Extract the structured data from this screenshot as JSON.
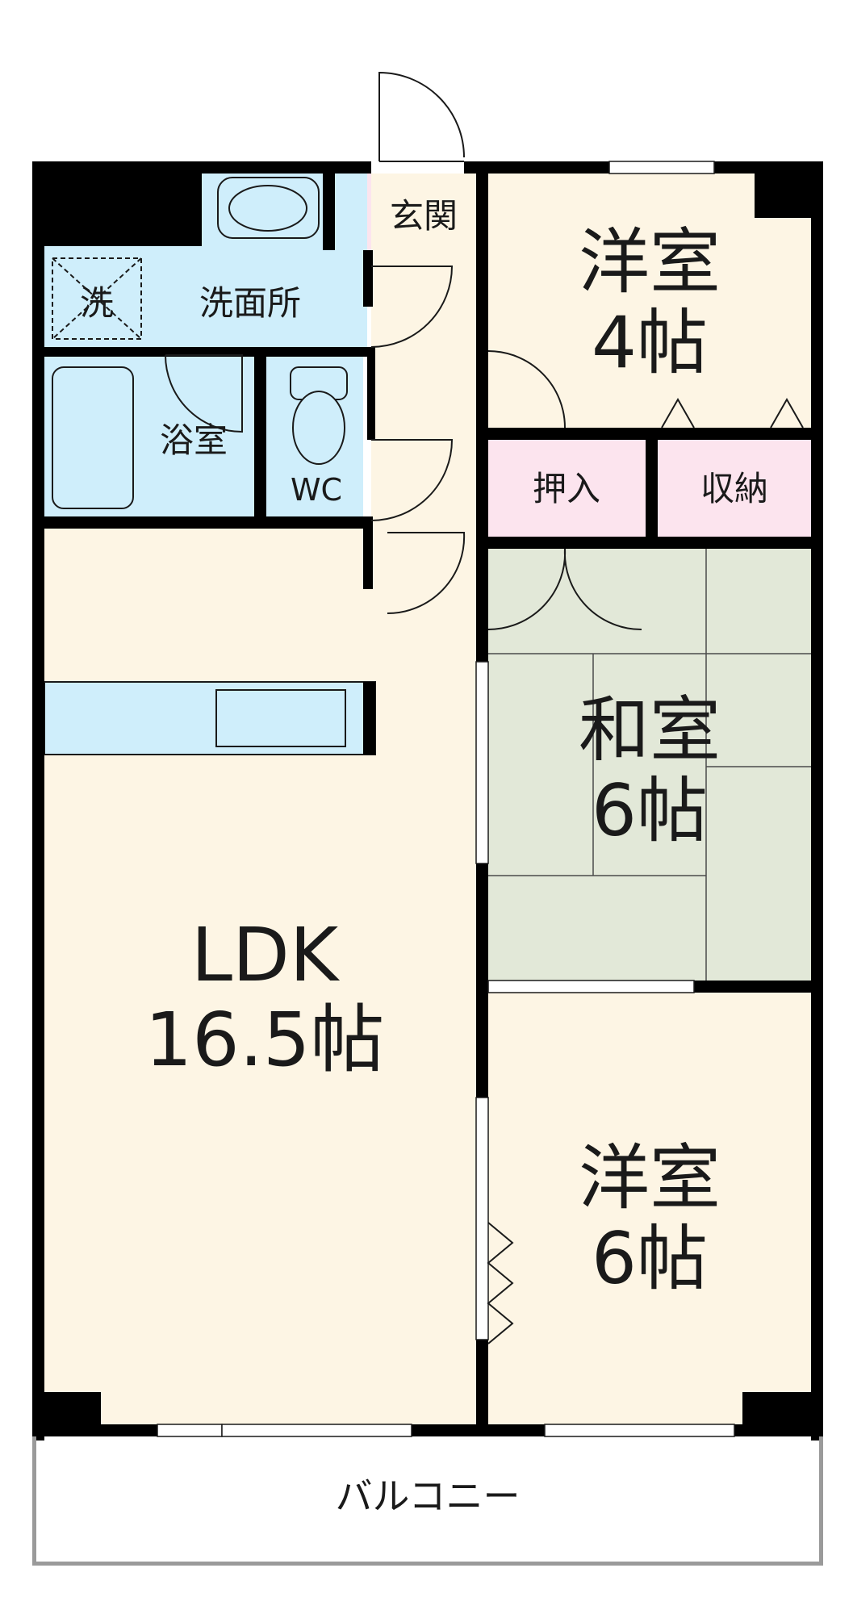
{
  "rooms": {
    "western_north": {
      "name": "洋室",
      "size": "4帖"
    },
    "western_south": {
      "name": "洋室",
      "size": "6帖"
    },
    "japanese": {
      "name": "和室",
      "size": "6帖"
    },
    "ldk": {
      "name": "LDK",
      "size": "16.5帖"
    },
    "entrance": {
      "name": "玄関"
    },
    "washroom": {
      "name": "洗面所"
    },
    "washer": {
      "name": "洗"
    },
    "bath": {
      "name": "浴室"
    },
    "wc": {
      "name": "WC"
    },
    "oshiire": {
      "name": "押入"
    },
    "storage": {
      "name": "収納"
    },
    "balcony": {
      "name": "バルコニー"
    }
  },
  "colors": {
    "wall": "#000000",
    "floor_wood": "#fdf5e4",
    "wet_area": "#cfeefb",
    "storage_pink": "#fce4ee",
    "tatami": "#e2e8d8",
    "balcony": "#ffffff"
  }
}
